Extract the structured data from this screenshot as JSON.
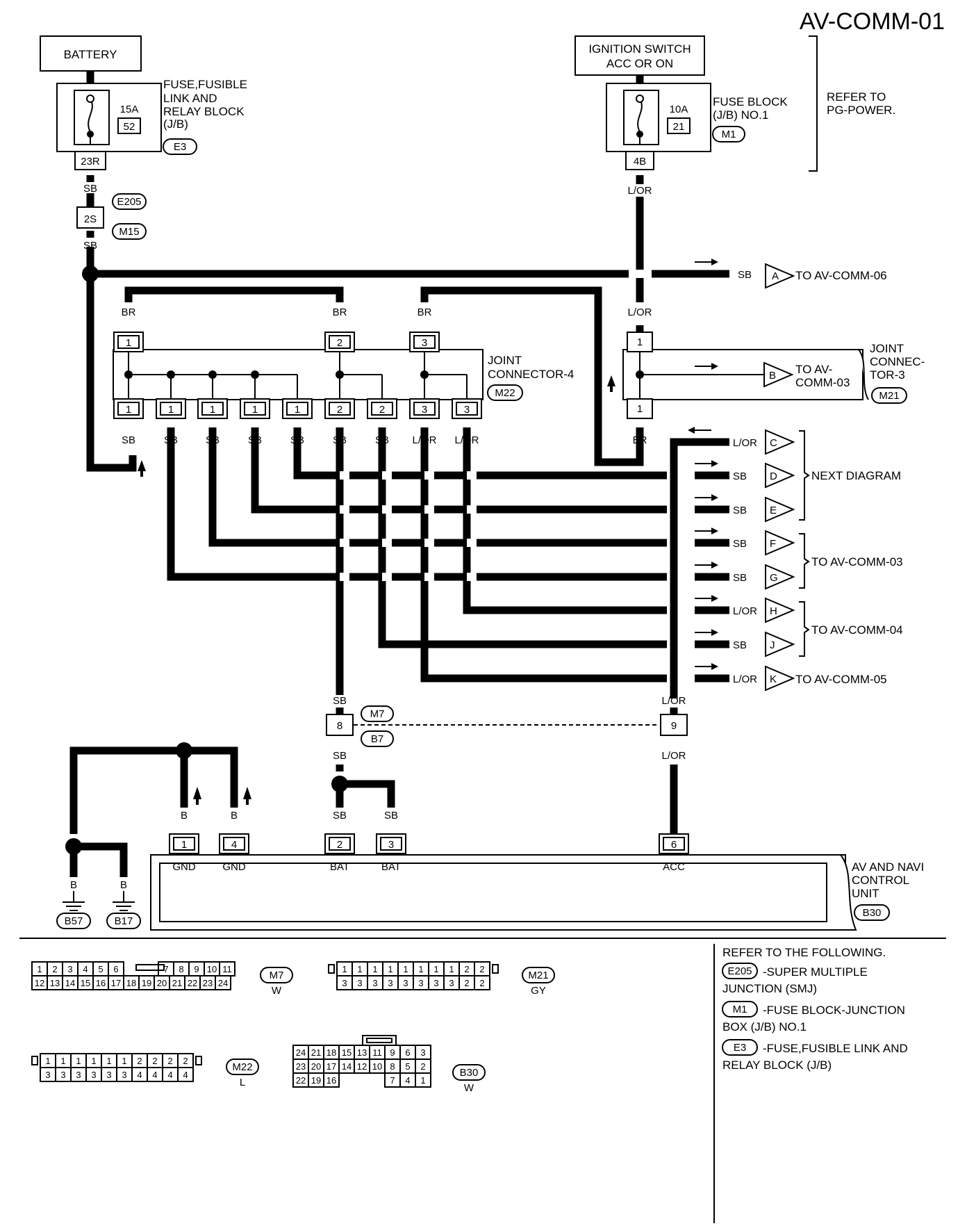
{
  "page_code": "AV-COMM-01",
  "power": {
    "battery": "BATTERY",
    "ignition_line1": "IGNITION SWITCH",
    "ignition_line2": "ACC OR ON",
    "fuse_left_amp": "15A",
    "fuse_left_num": "52",
    "fuse_left_label": [
      "FUSE,FUSIBLE",
      "LINK AND",
      "RELAY BLOCK",
      "(J/B)"
    ],
    "fuse_left_conn": "E3",
    "fuse_left_term": "23R",
    "fuse_right_amp": "10A",
    "fuse_right_num": "21",
    "fuse_right_label": [
      "FUSE BLOCK",
      "(J/B) NO.1"
    ],
    "fuse_right_conn": "M1",
    "fuse_right_term": "4B",
    "refer": [
      "REFER TO",
      "PG-POWER."
    ]
  },
  "smj": {
    "conn_top": "E205",
    "conn_bottom": "M15",
    "term": "2S"
  },
  "wire_colors": {
    "sb": "SB",
    "br": "BR",
    "lor": "L/OR",
    "b": "B"
  },
  "joint4": {
    "label": [
      "JOINT",
      "CONNECTOR-4"
    ],
    "conn": "M22",
    "top_pins": [
      "1",
      "2",
      "3"
    ],
    "bottom_pins": [
      "1",
      "1",
      "1",
      "1",
      "1",
      "2",
      "2",
      "3",
      "3"
    ],
    "bottom_colors": [
      "SB",
      "SB",
      "SB",
      "SB",
      "SB",
      "SB",
      "SB",
      "L/OR",
      "L/OR"
    ]
  },
  "joint3": {
    "label": [
      "JOINT",
      "CONNEC-",
      "TOR-3"
    ],
    "conn": "M21",
    "top_pin": "1",
    "bottom_pin": "1",
    "dest": [
      "TO AV-",
      "COMM-03"
    ],
    "letter": "B"
  },
  "outputs": [
    {
      "letter": "A",
      "color": "SB",
      "dest": "TO AV-COMM-06"
    },
    {
      "letter": "C",
      "color": "L/OR",
      "dest": ""
    },
    {
      "letter": "D",
      "color": "SB",
      "dest": ""
    },
    {
      "letter": "E",
      "color": "SB",
      "dest": ""
    },
    {
      "letter": "F",
      "color": "SB",
      "dest": ""
    },
    {
      "letter": "G",
      "color": "SB",
      "dest": ""
    },
    {
      "letter": "H",
      "color": "L/OR",
      "dest": ""
    },
    {
      "letter": "J",
      "color": "SB",
      "dest": ""
    },
    {
      "letter": "K",
      "color": "L/OR",
      "dest": "TO AV-COMM-05"
    }
  ],
  "groups": {
    "next": "NEXT DIAGRAM",
    "comm03": "TO AV-COMM-03",
    "comm04": "TO AV-COMM-04"
  },
  "inline": {
    "conn_top": "M7",
    "conn_bottom": "B7",
    "left_term": "8",
    "right_term": "9"
  },
  "unit": {
    "label": [
      "AV AND NAVI",
      "CONTROL",
      "UNIT"
    ],
    "conn": "B30",
    "pins": [
      {
        "num": "1",
        "name": "GND"
      },
      {
        "num": "4",
        "name": "GND"
      },
      {
        "num": "2",
        "name": "BAT"
      },
      {
        "num": "3",
        "name": "BAT"
      },
      {
        "num": "6",
        "name": "ACC"
      }
    ]
  },
  "grounds": [
    "B57",
    "B17"
  ],
  "connectors": {
    "m7": {
      "name": "M7",
      "color": "W",
      "top": [
        "1",
        "2",
        "3",
        "4",
        "5",
        "6",
        "7",
        "8",
        "9",
        "10",
        "11"
      ],
      "bottom": [
        "12",
        "13",
        "14",
        "15",
        "16",
        "17",
        "18",
        "19",
        "20",
        "21",
        "22",
        "23",
        "24"
      ]
    },
    "m21": {
      "name": "M21",
      "color": "GY",
      "top": [
        "1",
        "1",
        "1",
        "1",
        "1",
        "1",
        "1",
        "1",
        "2",
        "2"
      ],
      "bottom": [
        "3",
        "3",
        "3",
        "3",
        "3",
        "3",
        "3",
        "3",
        "2",
        "2"
      ]
    },
    "m22": {
      "name": "M22",
      "color": "L",
      "top": [
        "1",
        "1",
        "1",
        "1",
        "1",
        "1",
        "2",
        "2",
        "2",
        "2"
      ],
      "bottom": [
        "3",
        "3",
        "3",
        "3",
        "3",
        "3",
        "4",
        "4",
        "4",
        "4"
      ]
    },
    "b30": {
      "name": "B30",
      "color": "W",
      "row1": [
        "24",
        "21",
        "18",
        "15",
        "13",
        "11",
        "9",
        "6",
        "3"
      ],
      "row2": [
        "23",
        "20",
        "17",
        "14",
        "12",
        "10",
        "8",
        "5",
        "2"
      ],
      "row3": [
        "22",
        "19",
        "16",
        "7",
        "4",
        "1"
      ]
    }
  },
  "legend": {
    "title": "REFER TO THE FOLLOWING.",
    "items": [
      {
        "conn": "E205",
        "line1": "-SUPER MULTIPLE",
        "line2": "JUNCTION (SMJ)"
      },
      {
        "conn": "M1",
        "line1": "-FUSE BLOCK-JUNCTION",
        "line2": "BOX (J/B) NO.1"
      },
      {
        "conn": "E3",
        "line1": "-FUSE,FUSIBLE LINK AND",
        "line2": "RELAY BLOCK (J/B)"
      }
    ]
  }
}
